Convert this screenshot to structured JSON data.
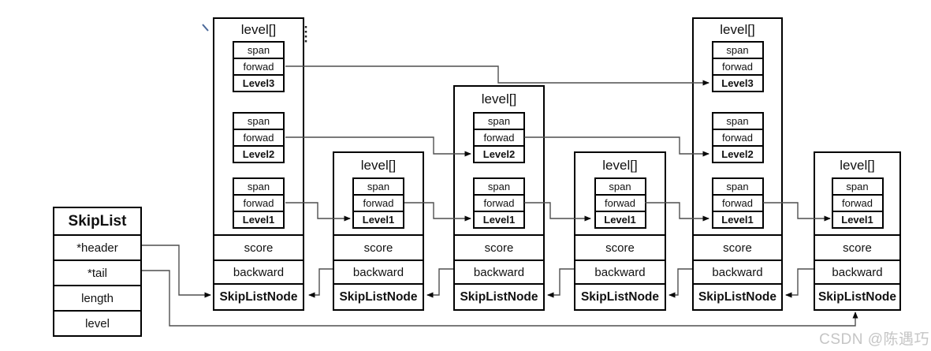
{
  "skiplist": {
    "title": "SkipList",
    "fields": [
      "*header",
      "*tail",
      "length",
      "level"
    ]
  },
  "nodes": [
    {
      "title": "level[]",
      "levels": [
        {
          "rows": [
            "span",
            "forwad",
            "Level3"
          ]
        },
        {
          "rows": [
            "span",
            "forwad",
            "Level2"
          ]
        },
        {
          "rows": [
            "span",
            "forwad",
            "Level1"
          ]
        }
      ],
      "score": "score",
      "backward": "backward",
      "footer": "SkipListNode"
    },
    {
      "title": "level[]",
      "levels": [
        {
          "rows": [
            "span",
            "forwad",
            "Level1"
          ]
        }
      ],
      "score": "score",
      "backward": "backward",
      "footer": "SkipListNode"
    },
    {
      "title": "level[]",
      "levels": [
        {
          "rows": [
            "span",
            "forwad",
            "Level2"
          ]
        },
        {
          "rows": [
            "span",
            "forwad",
            "Level1"
          ]
        }
      ],
      "score": "score",
      "backward": "backward",
      "footer": "SkipListNode"
    },
    {
      "title": "level[]",
      "levels": [
        {
          "rows": [
            "span",
            "forwad",
            "Level1"
          ]
        }
      ],
      "score": "score",
      "backward": "backward",
      "footer": "SkipListNode"
    },
    {
      "title": "level[]",
      "levels": [
        {
          "rows": [
            "span",
            "forwad",
            "Level3"
          ]
        },
        {
          "rows": [
            "span",
            "forwad",
            "Level2"
          ]
        },
        {
          "rows": [
            "span",
            "forwad",
            "Level1"
          ]
        }
      ],
      "score": "score",
      "backward": "backward",
      "footer": "SkipListNode"
    },
    {
      "title": "level[]",
      "levels": [
        {
          "rows": [
            "span",
            "forwad",
            "Level1"
          ]
        }
      ],
      "score": "score",
      "backward": "backward",
      "footer": "SkipListNode"
    }
  ],
  "watermark": "CSDN @陈遇巧",
  "colors": {
    "box_border": "#000000",
    "arrow_line": "#4f4f4f",
    "arrow_head": "#0a0a0a",
    "watermark": "#c5c5c5",
    "background": "#ffffff"
  }
}
